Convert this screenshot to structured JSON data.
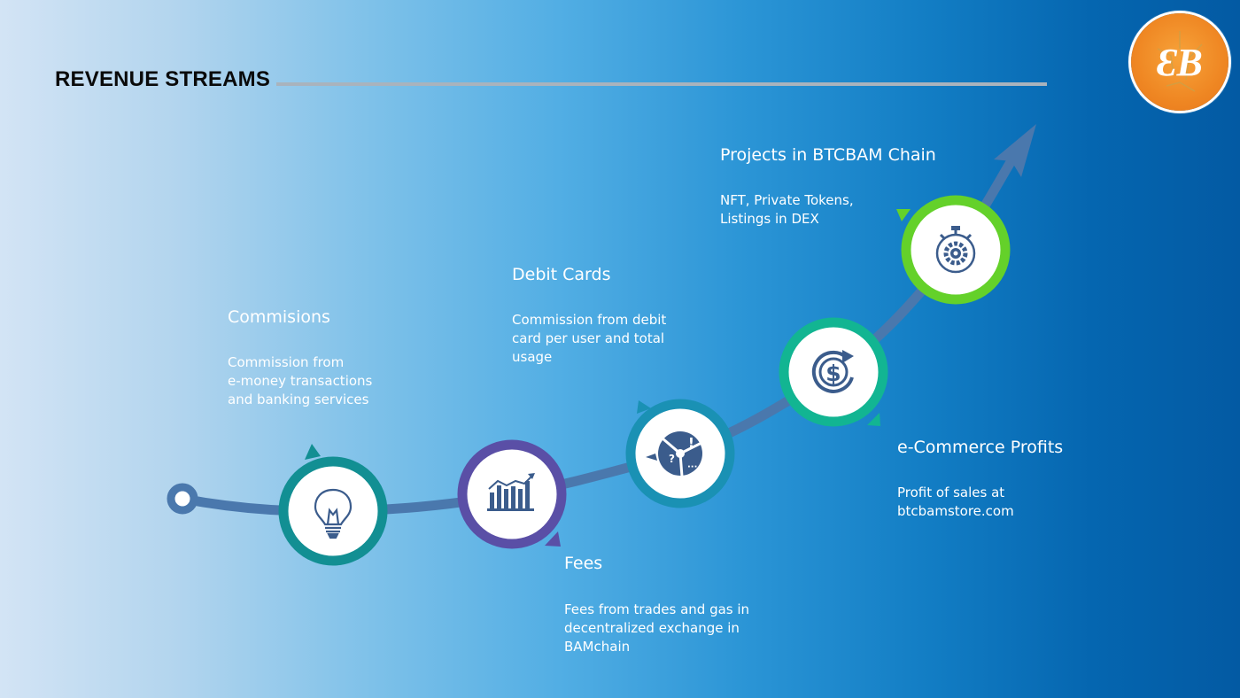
{
  "title": "REVENUE STREAMS",
  "logo": {
    "text": "ƐB",
    "icon": "btcbam-logo"
  },
  "colors": {
    "path": "#4a78ad",
    "commisions": "#128f93",
    "fees": "#5a4fa6",
    "trades": "#1a91b4",
    "ecommerce": "#12b592",
    "projects": "#64d12a",
    "icon": "#3b5c8c"
  },
  "steps": [
    {
      "id": "commisions",
      "icon": "lightbulb-icon",
      "heading": "Commisions",
      "lines": [
        "Commission from",
        "e-money transactions",
        "and banking services"
      ]
    },
    {
      "id": "fees",
      "icon": "rising-bar-chart-icon",
      "heading": "Fees",
      "lines": [
        "Fees from trades and gas in",
        "decentralized exchange in",
        "BAMchain"
      ]
    },
    {
      "id": "debit-cards",
      "icon": "question-answer-bubbles-icon",
      "heading": "Debit Cards",
      "lines": [
        "Commission from debit",
        "card per user and total",
        "usage"
      ]
    },
    {
      "id": "ecommerce",
      "icon": "dollar-refresh-icon",
      "heading": "e-Commerce Profits",
      "lines": [
        "Profit of sales at",
        "btcbamstore.com"
      ]
    },
    {
      "id": "projects",
      "icon": "stopwatch-gear-icon",
      "heading": "Projects in BTCBAM Chain",
      "lines": [
        "NFT, Private Tokens,",
        "Listings in DEX"
      ]
    }
  ]
}
